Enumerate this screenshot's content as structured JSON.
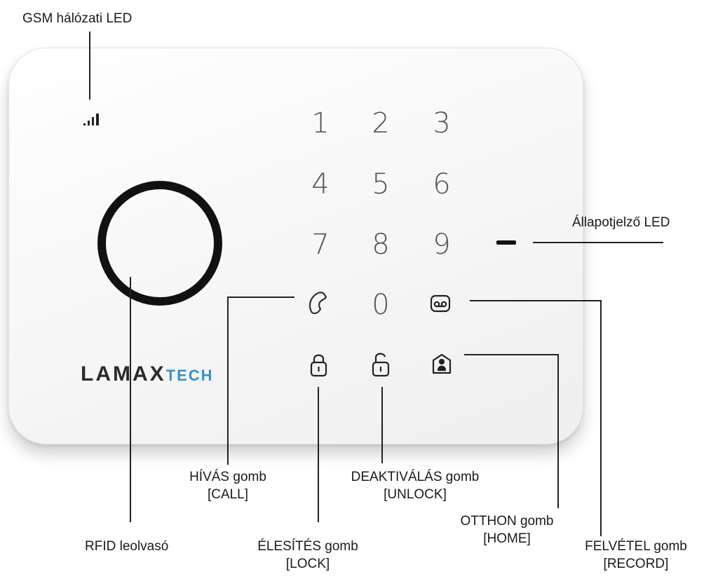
{
  "device": {
    "keypad": [
      {
        "key": "1"
      },
      {
        "key": "2"
      },
      {
        "key": "3"
      },
      {
        "key": "4"
      },
      {
        "key": "5"
      },
      {
        "key": "6"
      },
      {
        "key": "7"
      },
      {
        "key": "8"
      },
      {
        "key": "9"
      },
      {
        "key": "0"
      }
    ],
    "logo": {
      "part1": "LAMAX",
      "part2": "TECH"
    },
    "colors": {
      "logo_accent": "#3b90c8",
      "body": "#f6f6f6"
    }
  },
  "icons": {
    "signal": "signal-bars-icon",
    "call": "phone-handset-icon",
    "record": "voicemail-icon",
    "lock": "padlock-closed-icon",
    "unlock": "padlock-open-icon",
    "home": "home-person-icon"
  },
  "labels": {
    "gsm_led": "GSM hálózati LED",
    "status_led": "Állapotjelző LED",
    "call": {
      "line1": "HÍVÁS gomb",
      "line2": "[CALL]"
    },
    "unlock": {
      "line1": "DEAKTIVÁLÁS gomb",
      "line2": "[UNLOCK]"
    },
    "home": {
      "line1": "OTTHON gomb",
      "line2": "[HOME]"
    },
    "record": {
      "line1": "FELVÉTEL gomb",
      "line2": "[RECORD]"
    },
    "lock": {
      "line1": "ÉLESÍTÉS gomb",
      "line2": "[LOCK]"
    },
    "rfid": "RFID leolvasó"
  }
}
